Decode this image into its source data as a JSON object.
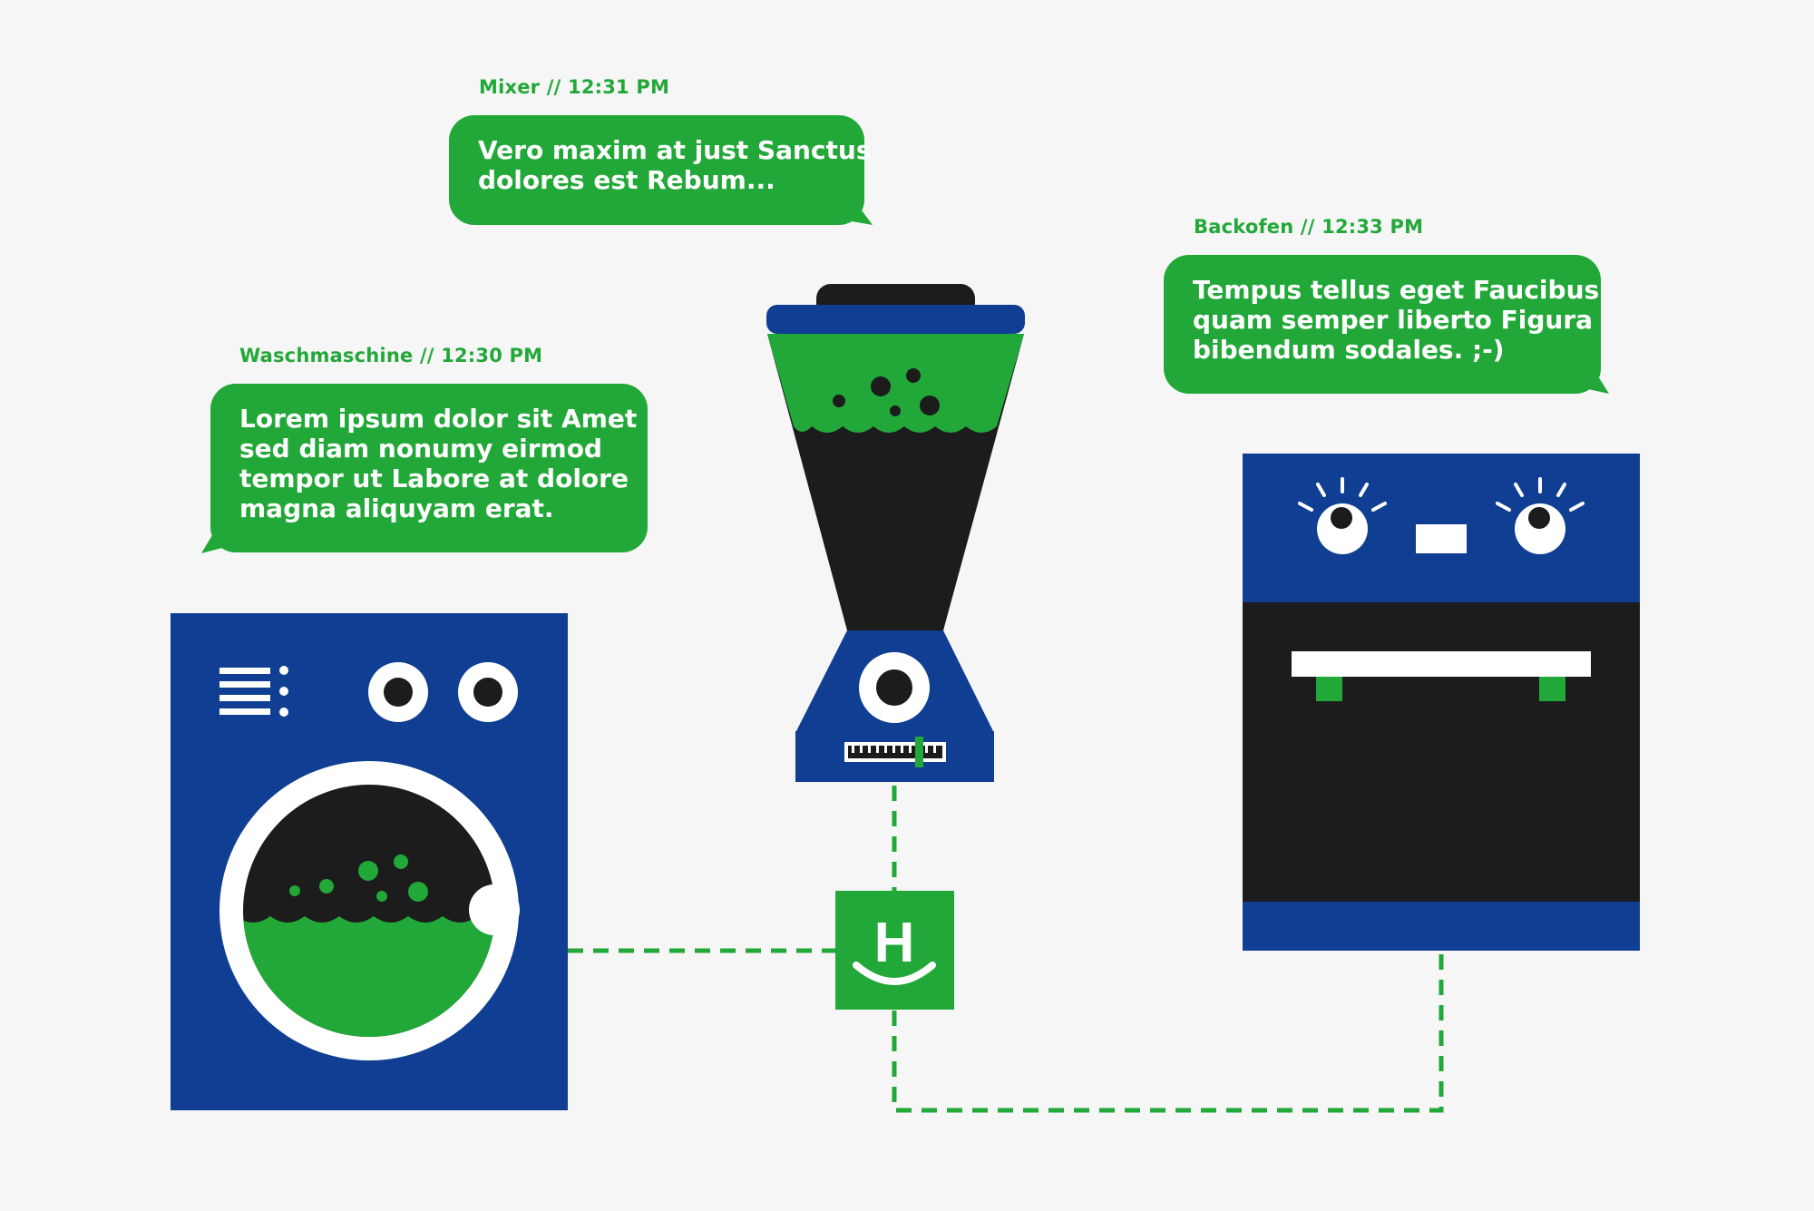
{
  "colors": {
    "background": "#f6f6f6",
    "green": "#22a838",
    "blue": "#0f3e93",
    "black": "#1c1c1c",
    "white": "#ffffff"
  },
  "messages": [
    {
      "id": "waschmaschine",
      "sender": "Waschmaschine // 12:30 PM",
      "lines": [
        "Lorem ipsum dolor sit Amet",
        "sed diam nonumy eirmod",
        "tempor ut Labore at dolore",
        "magna aliquyam erat."
      ]
    },
    {
      "id": "mixer",
      "sender": "Mixer // 12:31 PM",
      "lines": [
        "Vero maxim at just Sanctus",
        "dolores est Rebum..."
      ]
    },
    {
      "id": "backofen",
      "sender": "Backofen // 12:33 PM",
      "lines": [
        "Tempus tellus eget Faucibus",
        "quam semper liberto Figura",
        "bibendum sodales.  ;-)"
      ]
    }
  ],
  "hub": {
    "icon": "home-connect-hub-icon",
    "letter": "H"
  },
  "devices": [
    "washing-machine-icon",
    "blender-icon",
    "oven-icon"
  ]
}
